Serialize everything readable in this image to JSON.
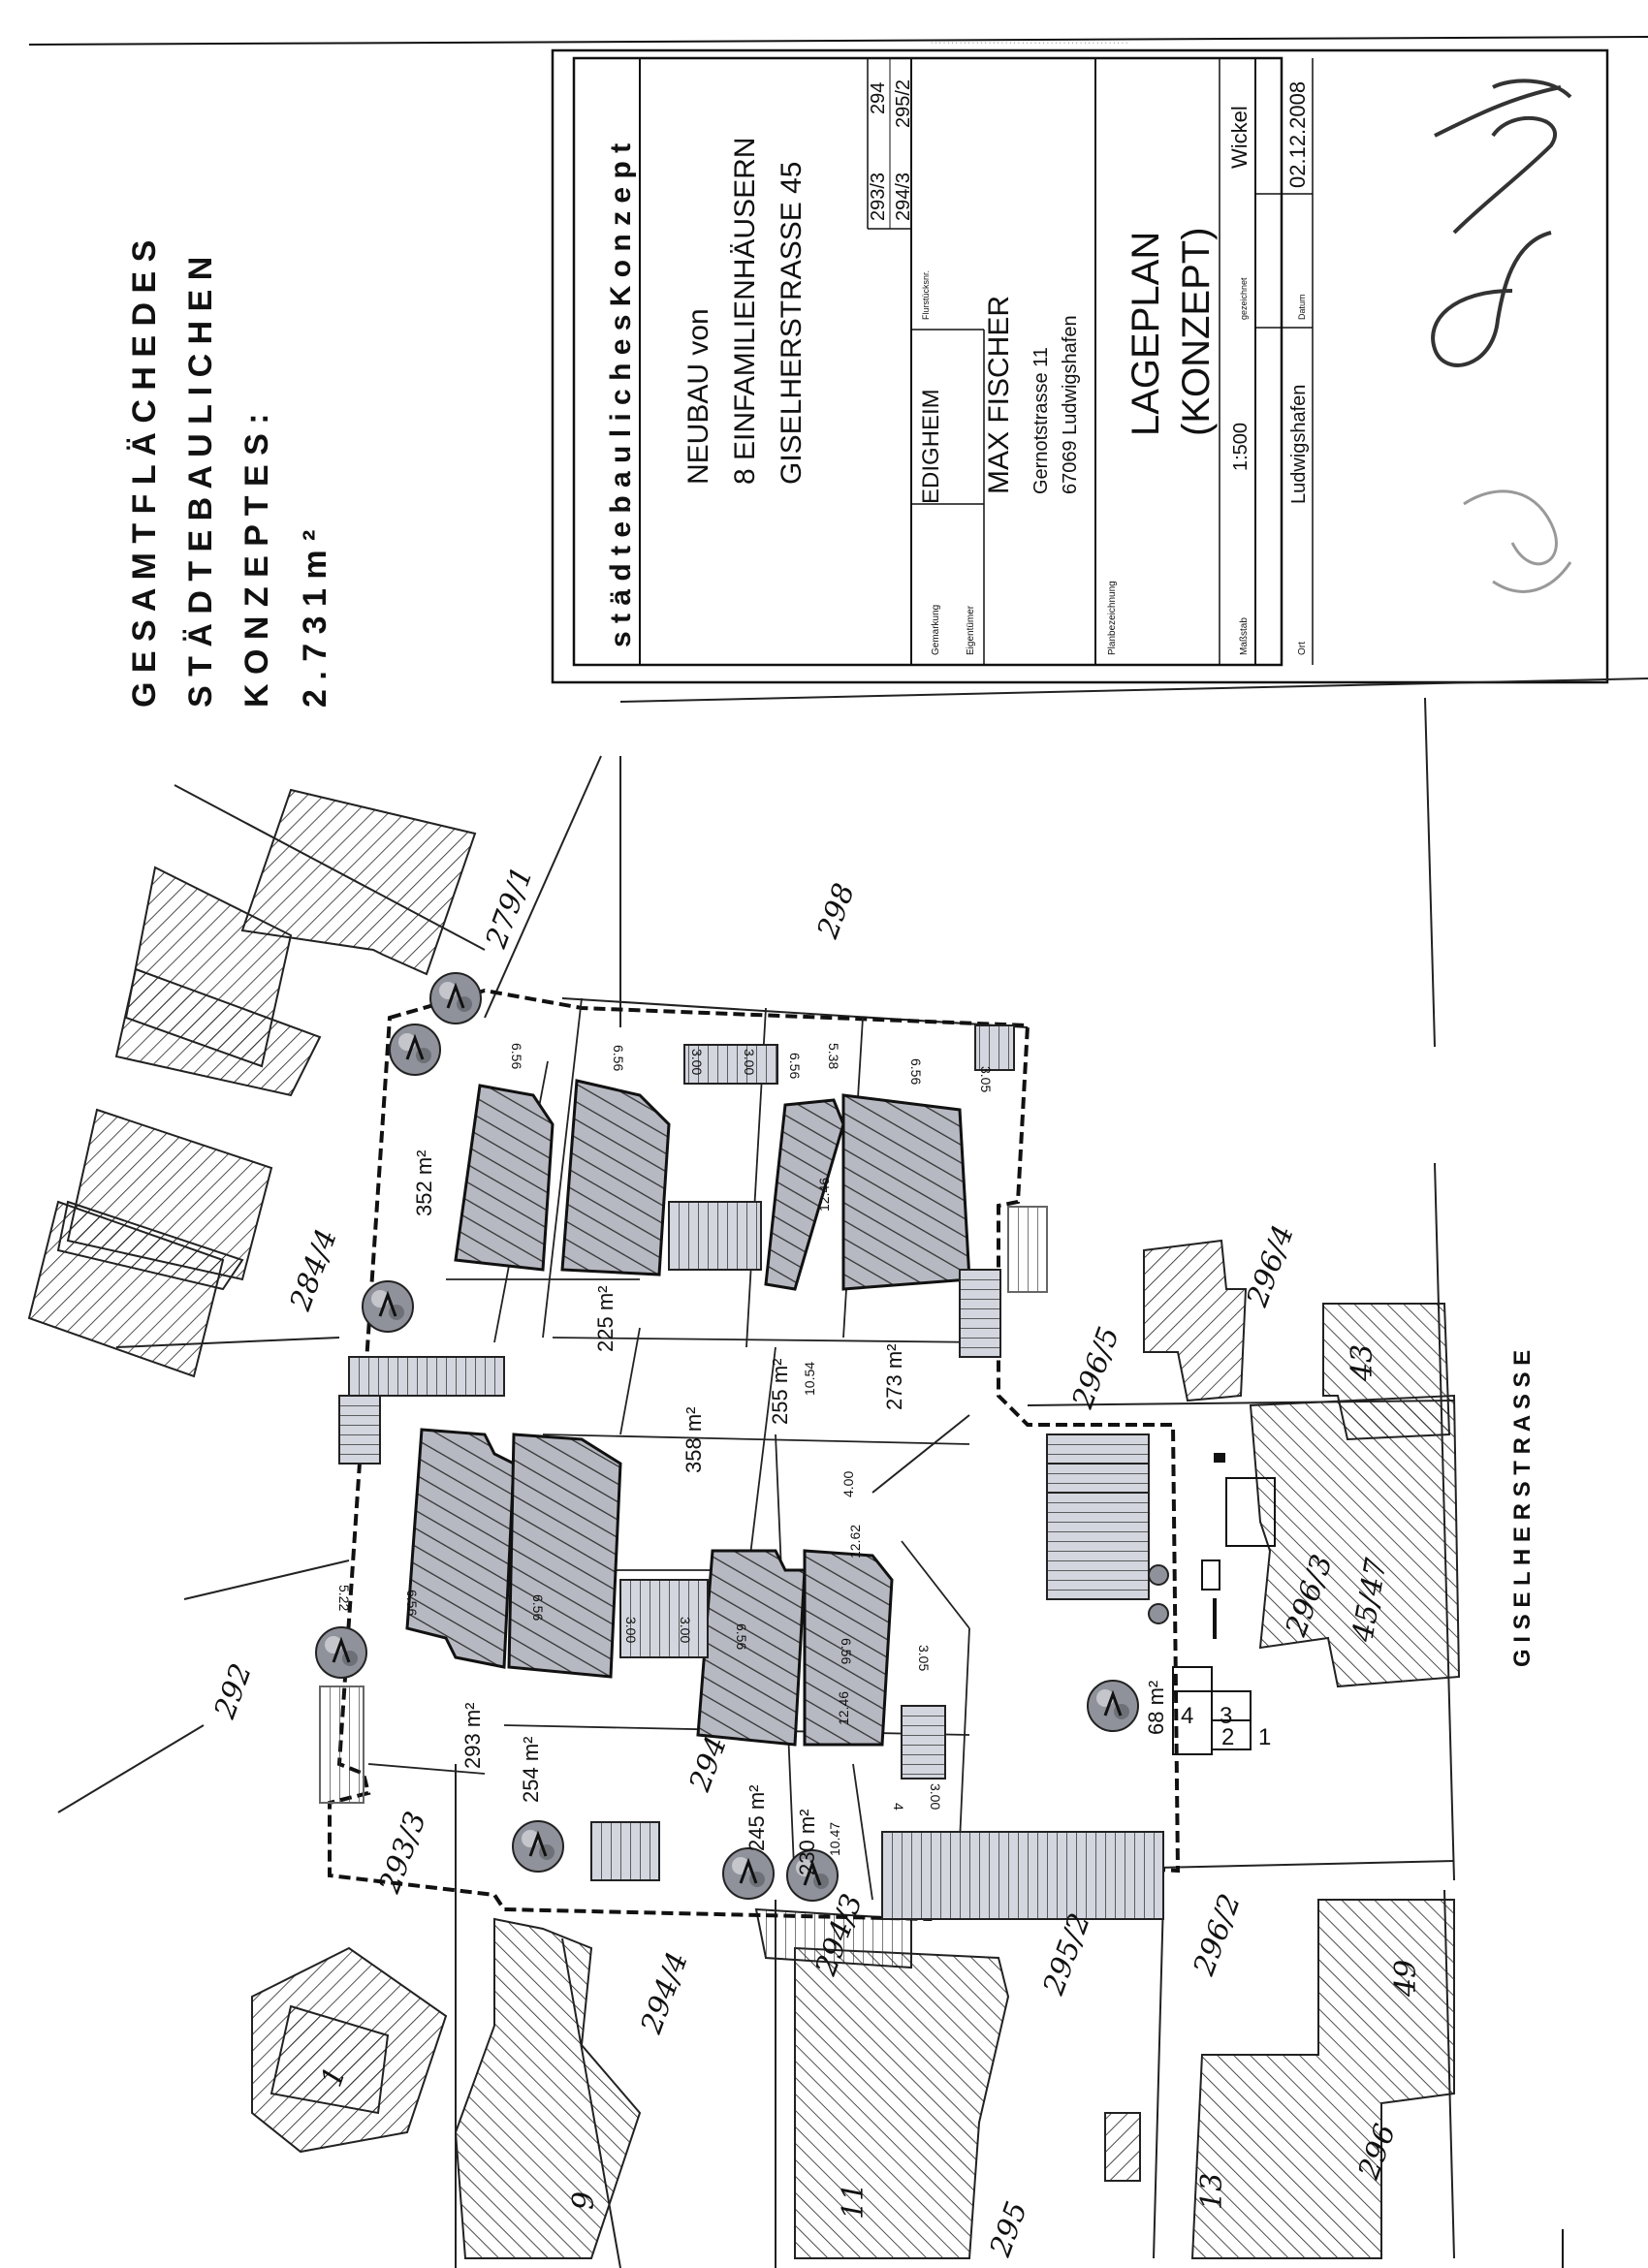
{
  "heading": {
    "line1": "G E S A M T F L Ä C H E   D E S",
    "line2": "S T Ä D T E B A U L I C H E N",
    "line3": "K O N Z E P T E S :",
    "total_area": "2 . 7 3 1   m ²"
  },
  "title_block": {
    "header": "s t ä d t e b a u l i c h e s   K o n z e p t",
    "project_line1": "NEUBAU von",
    "project_line2": "8 EINFAMILIENHÄUSERN",
    "project_line3": "GISELHERSTRASSE 45",
    "gemarkung_label": "Gemarkung",
    "gemarkung": "EDIGHEIM",
    "flurstueck_label": "Flurstücksnr.",
    "flurstuecke_row1": [
      "293/3",
      "294"
    ],
    "flurstuecke_row2": [
      "294/3",
      "295/2"
    ],
    "eigentuemer_label": "Eigentümer",
    "owner_name": "MAX FISCHER",
    "owner_street": "Gernotstrasse 11",
    "owner_city": "67069 Ludwigshafen",
    "planbez_label": "Planbezeichnung",
    "plan_title1": "LAGEPLAN",
    "plan_title2": "(KONZEPT)",
    "massstab_label": "Maßstab",
    "massstab": "1:500",
    "gezeichnet_label": "gezeichnet",
    "gezeichnet": "Wickel",
    "ort_label": "Ort",
    "ort": "Ludwigshafen",
    "datum_label": "Datum",
    "datum": "02.12.2008",
    "fax_line": "· · · · · · · · · · · · · · · · · · · · · · · · · · · · · · · · · · · · · · · · · · · · · · · ·"
  },
  "street": "G I S E L H E R S T R A S S E",
  "parcels": [
    "279/1",
    "298",
    "284/4",
    "296/4",
    "296/5",
    "43",
    "292",
    "296/3",
    "45/47",
    "293/3",
    "294",
    "294/4",
    "294/3",
    "295/2",
    "296/2",
    "49",
    "1",
    "9",
    "11",
    "295",
    "13",
    "296"
  ],
  "areas": [
    "352 m²",
    "225 m²",
    "255 m²",
    "273 m²",
    "358 m²",
    "293 m²",
    "254 m²",
    "245 m²",
    "230 m²",
    "68 m²"
  ],
  "dims": [
    "6.56",
    "6.56",
    "3.00",
    "3.00",
    "6.56",
    "5.38",
    "6.56",
    "3.05",
    "12.46",
    "10.54",
    "4.00",
    "12.62",
    "5.22",
    "6.56",
    "6.56",
    "3.00",
    "3.00",
    "6.56",
    "6.56",
    "3.05",
    "12.46",
    "3.00",
    "10.47",
    "4"
  ],
  "bins": [
    "4",
    "3",
    "2",
    "1"
  ],
  "colors": {
    "ink": "#111111",
    "roof": "#b9bcc4",
    "carport": "#d2d4dc",
    "paper": "#ffffff"
  }
}
